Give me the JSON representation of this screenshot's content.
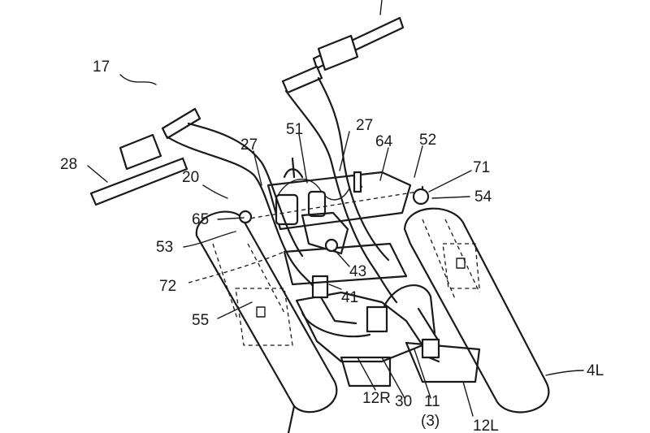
{
  "labels": {
    "l17": "17",
    "l28": "28",
    "l20": "20",
    "l27a": "27",
    "l27b": "27",
    "l51": "51",
    "l64": "64",
    "l52": "52",
    "l71": "71",
    "l54": "54",
    "l65": "65",
    "l53": "53",
    "l43": "43",
    "l72": "72",
    "l41": "41",
    "l55": "55",
    "l4L": "4L",
    "l12R": "12R",
    "l30": "30",
    "l11": "11",
    "l3": "(3)",
    "l12L": "12L"
  }
}
